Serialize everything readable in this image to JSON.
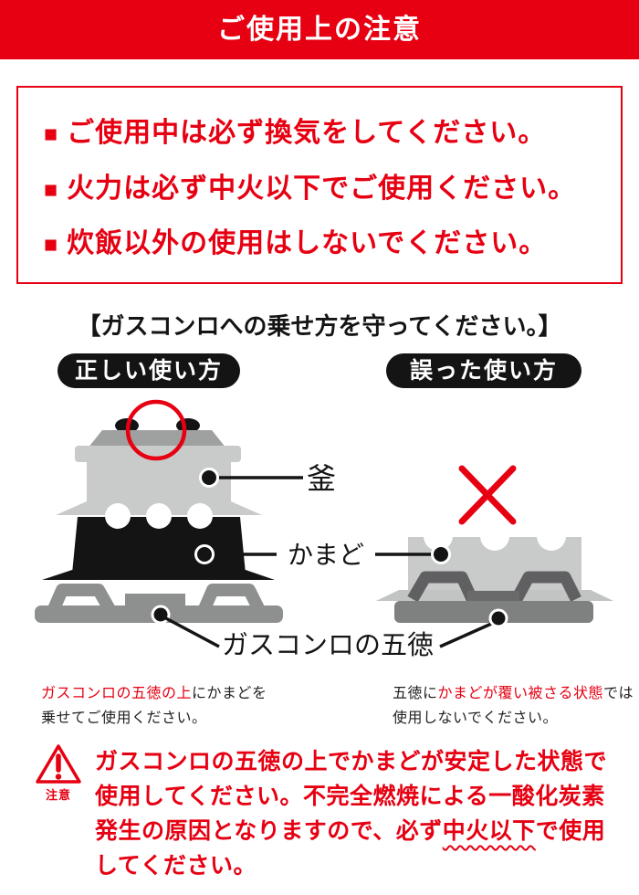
{
  "colors": {
    "red": "#e60012",
    "black": "#141414",
    "pot_gray": "#c9caca",
    "lid_gray": "#9fa0a0",
    "trivet_gray": "#8e8f8f",
    "dark_leg_gray": "#606062",
    "base_gray": "#7f8080"
  },
  "header": {
    "title": "ご使用上の注意"
  },
  "warning_box": {
    "bullet": "■",
    "items": [
      "ご使用中は必ず換気をしてください。",
      "火力は必ず中火以下でご使用ください。",
      "炊飯以外の使用はしないでください。"
    ]
  },
  "section": {
    "heading": "【ガスコンロへの乗せ方を守ってください。】",
    "correct_label": "正しい使い方",
    "wrong_label": "誤った使い方"
  },
  "diagram": {
    "labels": {
      "pot": "釜",
      "kamado": "かまど",
      "trivet": "ガスコンロの五徳"
    }
  },
  "captions": {
    "correct": {
      "highlight": "ガスコンロの五徳の上",
      "rest": "にかまどを",
      "line2": "乗せてご使用ください。"
    },
    "wrong": {
      "pre": "五徳に",
      "highlight": "かまどが覆い被さる状態",
      "post": "では",
      "line2": "使用しないでください。"
    }
  },
  "notice": {
    "icon_label": "注意",
    "line1": "ガスコンロの五徳の上でかまどが安定した状態で",
    "line2": "使用してください。不完全燃焼による一酸化炭素",
    "line3_pre": "発生の原因となりますので、必ず",
    "line3_wavy": "中火以下",
    "line3_post": "で使用",
    "line4": "してください。"
  }
}
